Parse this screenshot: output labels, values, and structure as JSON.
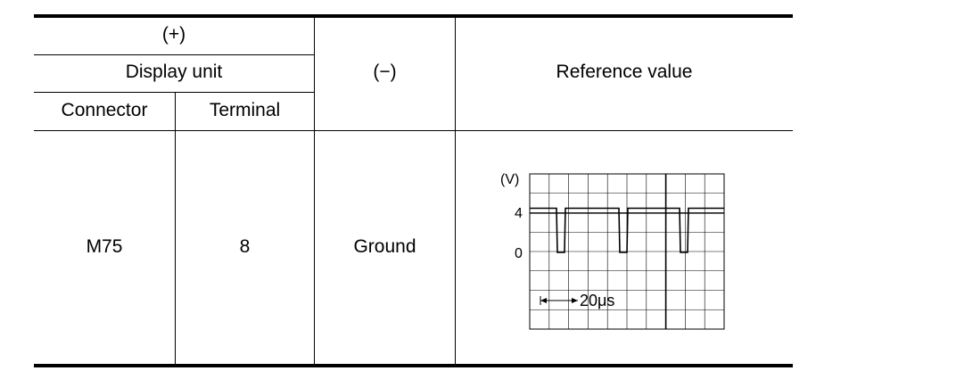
{
  "table": {
    "plus_header": "(+)",
    "display_unit_header": "Display unit",
    "minus_header": "(−)",
    "reference_value_header": "Reference value",
    "connector_header": "Connector",
    "terminal_header": "Terminal",
    "row": {
      "connector": "M75",
      "terminal": "8",
      "minus": "Ground"
    }
  },
  "waveform": {
    "y_unit_label": "(V)",
    "y_tick_high": "4",
    "y_tick_low": "0",
    "time_scale_label": "20μs",
    "signal_high_v": 4.5,
    "signal_low_v": 0,
    "pulse_count": 3,
    "figure_id": "SKIB3601E"
  }
}
